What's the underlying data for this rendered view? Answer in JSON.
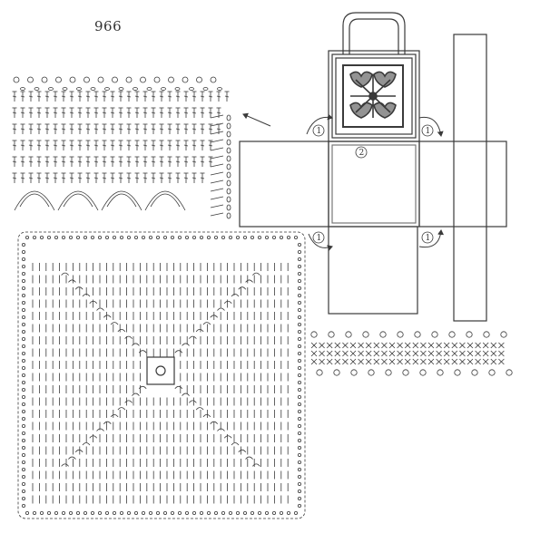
{
  "pattern_number": "966",
  "panel_labels": {
    "side": "1",
    "base": "2"
  },
  "colors": {
    "ink": "#3a3a3a",
    "paper": "#ffffff",
    "light_ink": "#6a6a6a"
  },
  "icons": [
    "curved-arrow-icon",
    "pointer-arrow-icon",
    "motif-flower-icon"
  ]
}
